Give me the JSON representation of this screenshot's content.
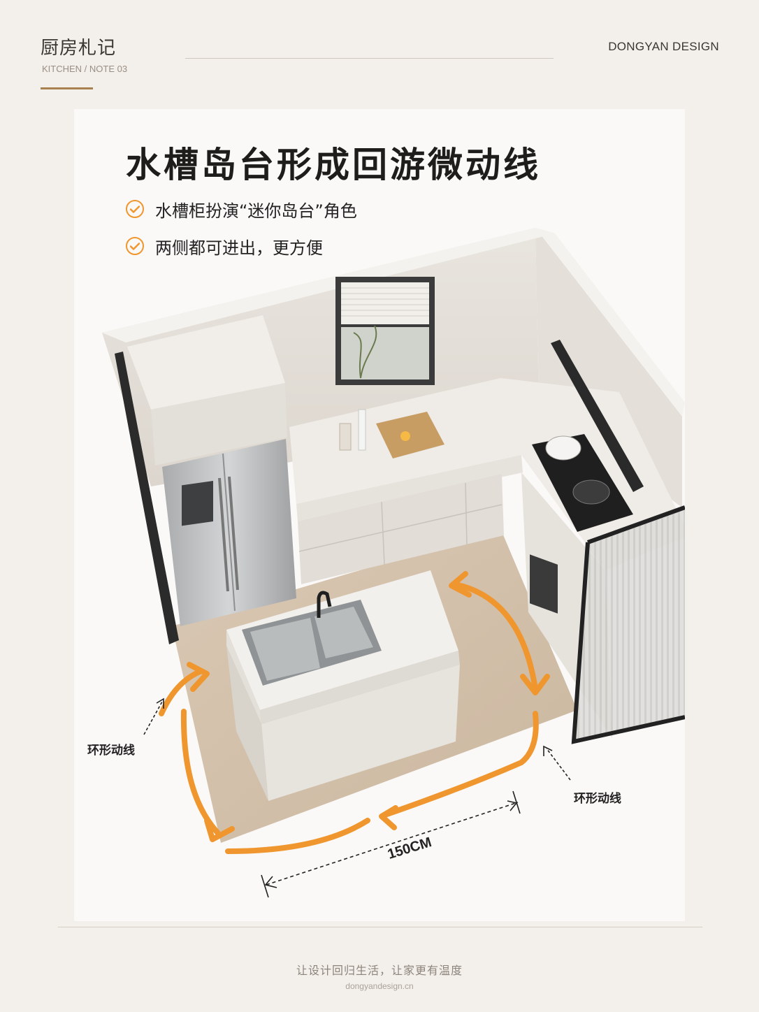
{
  "header": {
    "title": "厨房札记",
    "subtitle": "KITCHEN / NOTE 03",
    "brand": "DONGYAN DESIGN"
  },
  "card": {
    "title": "水槽岛台形成回游微动线",
    "bullets": [
      "水槽柜扮演“迷你岛台”角色",
      "两侧都可进出，更方便"
    ],
    "annotations": {
      "left": "环形动线",
      "right": "环形动线",
      "dimension": "150CM"
    }
  },
  "footer": {
    "slogan": "让设计回归生活，让家更有温度",
    "url": "dongyandesign.cn"
  },
  "colors": {
    "background": "#f3efea",
    "accent_bar": "#a8814f",
    "arrow_orange": "#f0962e",
    "card": "#faf9f7"
  },
  "icons": [
    "check-circle-icon",
    "check-circle-icon"
  ]
}
